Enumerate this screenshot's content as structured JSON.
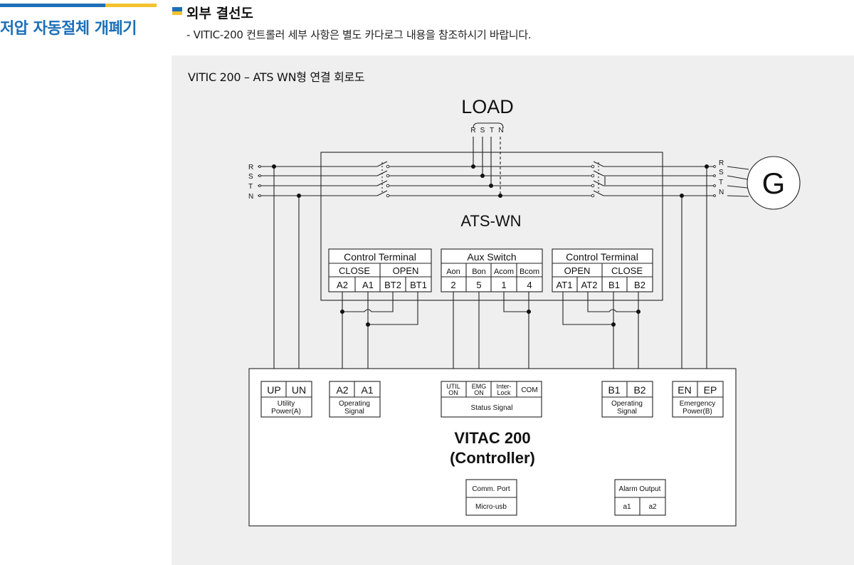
{
  "sidebar": {
    "title": "저압 자동절체 개폐기"
  },
  "section": {
    "title": "외부 결선도",
    "note": "- VITIC-200 컨트롤러 세부 사항은 별도 카다로그 내용을 참조하시기 바랍니다."
  },
  "diagram": {
    "title": "VITIC 200 – ATS WN형 연결 회로도",
    "load_label": "LOAD",
    "load_phases": [
      "R",
      "S",
      "T",
      "N"
    ],
    "left_phases": [
      "R",
      "S",
      "T",
      "N"
    ],
    "right_phases": [
      "R",
      "S",
      "T",
      "N"
    ],
    "generator_label": "G",
    "ats_label": "ATS-WN",
    "control_terminal_left": {
      "title": "Control Terminal",
      "groups": [
        "CLOSE",
        "OPEN"
      ],
      "terminals": [
        "A2",
        "A1",
        "BT2",
        "BT1"
      ]
    },
    "aux_switch": {
      "title": "Aux Switch",
      "groups": [
        "Aon",
        "Bon",
        "Acom",
        "Bcom"
      ],
      "terminals": [
        "2",
        "5",
        "1",
        "4"
      ]
    },
    "control_terminal_right": {
      "title": "Control Terminal",
      "groups": [
        "OPEN",
        "CLOSE"
      ],
      "terminals": [
        "AT1",
        "AT2",
        "B1",
        "B2"
      ]
    },
    "controller": {
      "title_line1": "VITAC 200",
      "title_line2": "(Controller)",
      "utility_power": {
        "terminals": [
          "UP",
          "UN"
        ],
        "caption1": "Utility",
        "caption2": "Power(A)"
      },
      "operating_signal_a": {
        "terminals": [
          "A2",
          "A1"
        ],
        "caption1": "Operating",
        "caption2": "Signal"
      },
      "status_signal": {
        "terminals": [
          {
            "line1": "UTIL",
            "line2": "ON"
          },
          {
            "line1": "EMG",
            "line2": "ON"
          },
          {
            "line1": "Inter-",
            "line2": "Lock"
          },
          {
            "line1": "COM",
            "line2": ""
          }
        ],
        "caption": "Status Signal"
      },
      "operating_signal_b": {
        "terminals": [
          "B1",
          "B2"
        ],
        "caption1": "Operating",
        "caption2": "Signal"
      },
      "emergency_power": {
        "terminals": [
          "EN",
          "EP"
        ],
        "caption1": "Emergency",
        "caption2": "Power(B)"
      },
      "comm_port": {
        "title": "Comm. Port",
        "value": "Micro-usb"
      },
      "alarm_output": {
        "title": "Alarm Output",
        "terminals": [
          "a1",
          "a2"
        ]
      }
    }
  }
}
